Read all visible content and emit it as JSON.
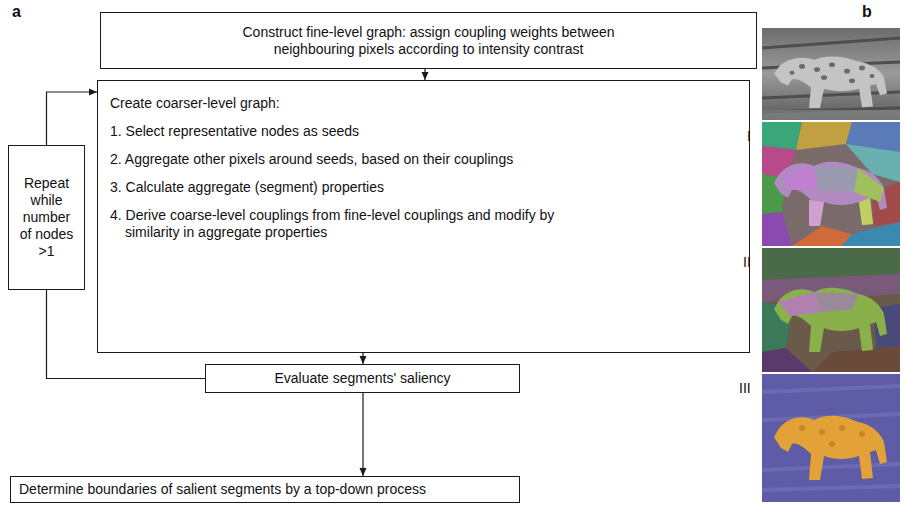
{
  "diagram": {
    "nodes": [
      {
        "text": [
          "Construct fine-level graph: assign coupling weights between neighbouring pixels according to intensity contrast"
        ]
      },
      {
        "text": [
          "Create coarser-level graph:",
          "1. Select representative nodes as seeds",
          "2. Aggregate other pixels around seeds, based on their couplings",
          "3. Calculate aggregate (segment) properties",
          "4. Derive coarse-level couplings from fine-level couplings and modify by similarity in aggregate properties"
        ]
      },
      {
        "text": [
          "Repeat while number of nodes >1"
        ]
      },
      {
        "text": [
          "Evaluate segments' saliency"
        ]
      },
      {
        "text": [
          "Determine boundaries of salient segments by a top-down process"
        ]
      }
    ],
    "edges": [
      {
        "from": 0,
        "to": 1,
        "arrow": "to"
      },
      {
        "from": 1,
        "to": 3,
        "arrow": "to"
      },
      {
        "from": 3,
        "to": 4,
        "arrow": "to"
      },
      {
        "from": 3,
        "to": 2,
        "arrow": "none"
      },
      {
        "from": 2,
        "to": 1,
        "arrow": "to"
      }
    ],
    "labels": [
      "a",
      "b",
      "I",
      "II",
      "III"
    ]
  }
}
